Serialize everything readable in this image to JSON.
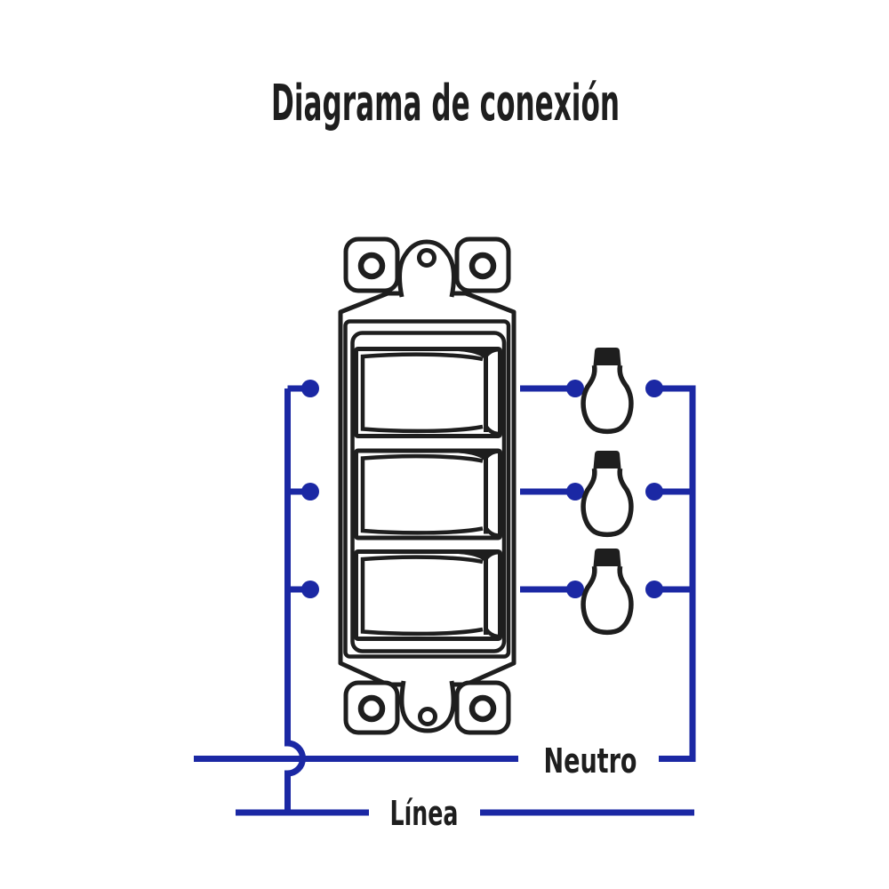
{
  "title": "Diagrama de conexión",
  "labels": {
    "neutral": "Neutro",
    "line": "Línea"
  },
  "colors": {
    "wire": "#1b28a4",
    "ink": "#1e1e1e",
    "background": "#ffffff"
  },
  "diagram": {
    "type": "wiring-diagram",
    "switch_count": 3,
    "bulb_count": 3
  }
}
